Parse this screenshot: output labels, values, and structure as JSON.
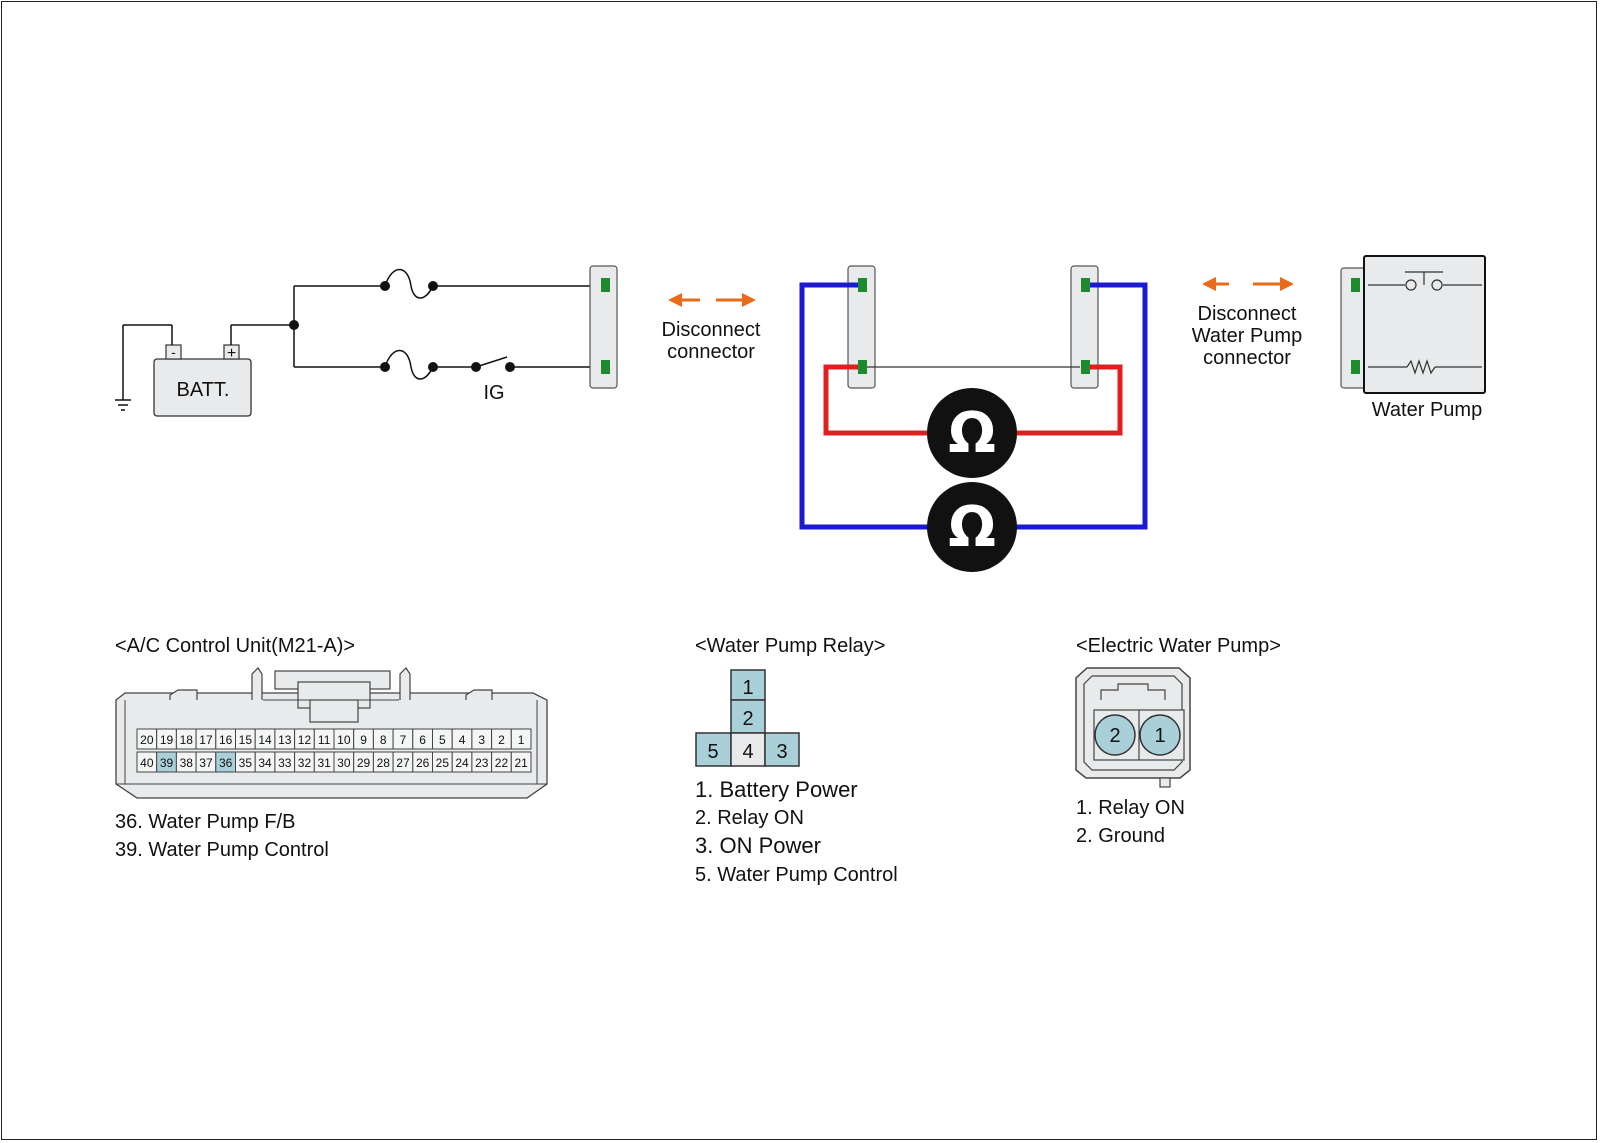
{
  "battery": {
    "label": "BATT.",
    "neg": "-",
    "pos": "+"
  },
  "ignition": {
    "label": "IG"
  },
  "disconnect_left": {
    "line1": "Disconnect",
    "line2": "connector"
  },
  "disconnect_right": {
    "line1": "Disconnect",
    "line2": "Water Pump",
    "line3": "connector"
  },
  "water_pump": {
    "label": "Water Pump"
  },
  "meters": {
    "symbol": "Ω"
  },
  "ac_unit": {
    "title": "<A/C Control Unit(M21-A)>",
    "row1": [
      "20",
      "19",
      "18",
      "17",
      "16",
      "15",
      "14",
      "13",
      "12",
      "11",
      "10",
      "9",
      "8",
      "7",
      "6",
      "5",
      "4",
      "3",
      "2",
      "1"
    ],
    "row2": [
      "40",
      "39",
      "38",
      "37",
      "36",
      "35",
      "34",
      "33",
      "32",
      "31",
      "30",
      "29",
      "28",
      "27",
      "26",
      "25",
      "24",
      "23",
      "22",
      "21"
    ],
    "highlighted_pins": [
      "39",
      "36"
    ],
    "notes": [
      "36. Water Pump F/B",
      "39. Water Pump Control"
    ]
  },
  "relay": {
    "title": "<Water Pump Relay>",
    "pins": {
      "p1": "1",
      "p2": "2",
      "p3": "3",
      "p4": "4",
      "p5": "5"
    },
    "notes": [
      "1. Battery Power",
      "2. Relay ON",
      "3. ON Power",
      "5. Water Pump Control"
    ],
    "note_colors": [
      "#2a8a2a",
      "#111111",
      "#2a8a2a",
      "#111111"
    ]
  },
  "pump_connector": {
    "title": "<Electric Water Pump>",
    "pins": {
      "left": "2",
      "right": "1"
    },
    "notes": [
      "1. Relay ON",
      "2. Ground"
    ]
  },
  "colors": {
    "red_probe": "#e02020",
    "blue_probe": "#1a1ad0",
    "arrow": "#e86a1a",
    "terminal": "#1e8a2e",
    "highlight": "#a9cfd8"
  }
}
